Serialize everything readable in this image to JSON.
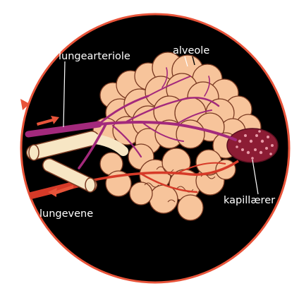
{
  "labels": {
    "arteriole": "lungearteriole",
    "alveole": "alveole",
    "capillaries": "kapillærer",
    "vein": "lungevene"
  },
  "colors": {
    "background": "#ffffff",
    "disc": "#000000",
    "rim": "#e8543a",
    "alveolus_fill": "#f7c49b",
    "alveolus_outline": "#7a3a22",
    "artery": "#a3297c",
    "vein": "#d63a28",
    "bronchiole": "#f7e6c4",
    "arrow": "#e8543a",
    "capillary_net": "#8c1c34",
    "label": "#ffffff"
  }
}
